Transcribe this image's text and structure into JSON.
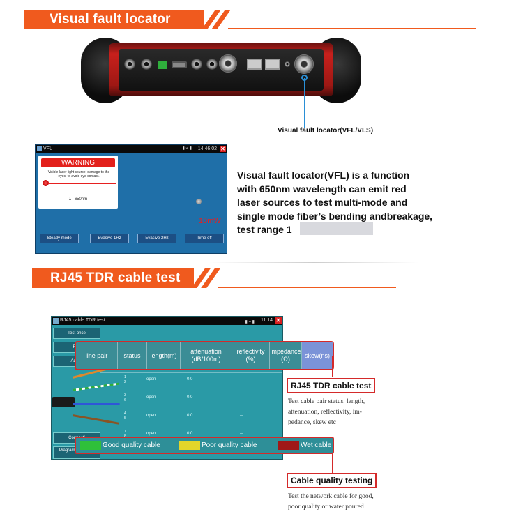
{
  "section1": {
    "title": "Visual fault locator"
  },
  "device": {
    "caption": "Visual fault locator(VFL/VLS)"
  },
  "vfl_screen": {
    "title": "VFL",
    "clock": "14:46:02",
    "close_icon": "close-icon",
    "warning": {
      "title": "WARNING",
      "text": "Visible laser light source, damage to the eyes, to avoid eye contact.",
      "wavelength": "λ : 650nm"
    },
    "power": "10mW",
    "buttons": [
      "Steady mode",
      "Evasive 1Hz",
      "Evasive 2Hz",
      "Time off"
    ],
    "colors": {
      "warning": "#e3201b",
      "background": "#1f6fa8",
      "laser": "#e62020"
    }
  },
  "vfl_description": {
    "lines": [
      "Visual fault locator(VFL)  is a function",
      " with 650nm wavelength can emit red",
      "laser sources to test multi-mode and",
      "single mode fiber’s bending andbreakage,",
      "test range 1"
    ]
  },
  "section2": {
    "title": "RJ45 TDR cable test"
  },
  "tdr_screen": {
    "title": "RJ45 cable TDR test",
    "clock": "11:14",
    "side_buttons": [
      "Test once",
      "Rep",
      "Advan",
      "Connecti",
      "Diagram sequence"
    ],
    "rows": [
      {
        "pins": [
          "1",
          "2"
        ],
        "status": "open",
        "length": "0.0",
        "reflectivity": "--"
      },
      {
        "pins": [
          "3",
          "6"
        ],
        "status": "open",
        "length": "0.0",
        "reflectivity": "--"
      },
      {
        "pins": [
          "4",
          "5"
        ],
        "status": "open",
        "length": "0.0",
        "reflectivity": "--"
      },
      {
        "pins": [
          "7",
          "8"
        ],
        "status": "open",
        "length": "0.0",
        "reflectivity": "--"
      }
    ],
    "headers": [
      "line pair",
      "status",
      "length(m)",
      "attenuation (dB/100m)",
      "reflectivity (%)",
      "impedance (Ω)",
      "skew(ns)"
    ],
    "legend": [
      {
        "label": "Good quality cable",
        "color": "#2fc03a"
      },
      {
        "label": "Poor quality cable",
        "color": "#e2d52a"
      },
      {
        "label": "Wet cable",
        "color": "#a01818"
      }
    ]
  },
  "callouts": {
    "tdr": {
      "title": "RJ45 TDR cable test",
      "lines": [
        "Test cable pair status, length,",
        "attenuation, reflectivity, im-",
        "pedance, skew etc"
      ]
    },
    "quality": {
      "title": "Cable quality testing",
      "lines": [
        "Test the network cable for good,",
        "poor quality or water poured"
      ]
    }
  }
}
